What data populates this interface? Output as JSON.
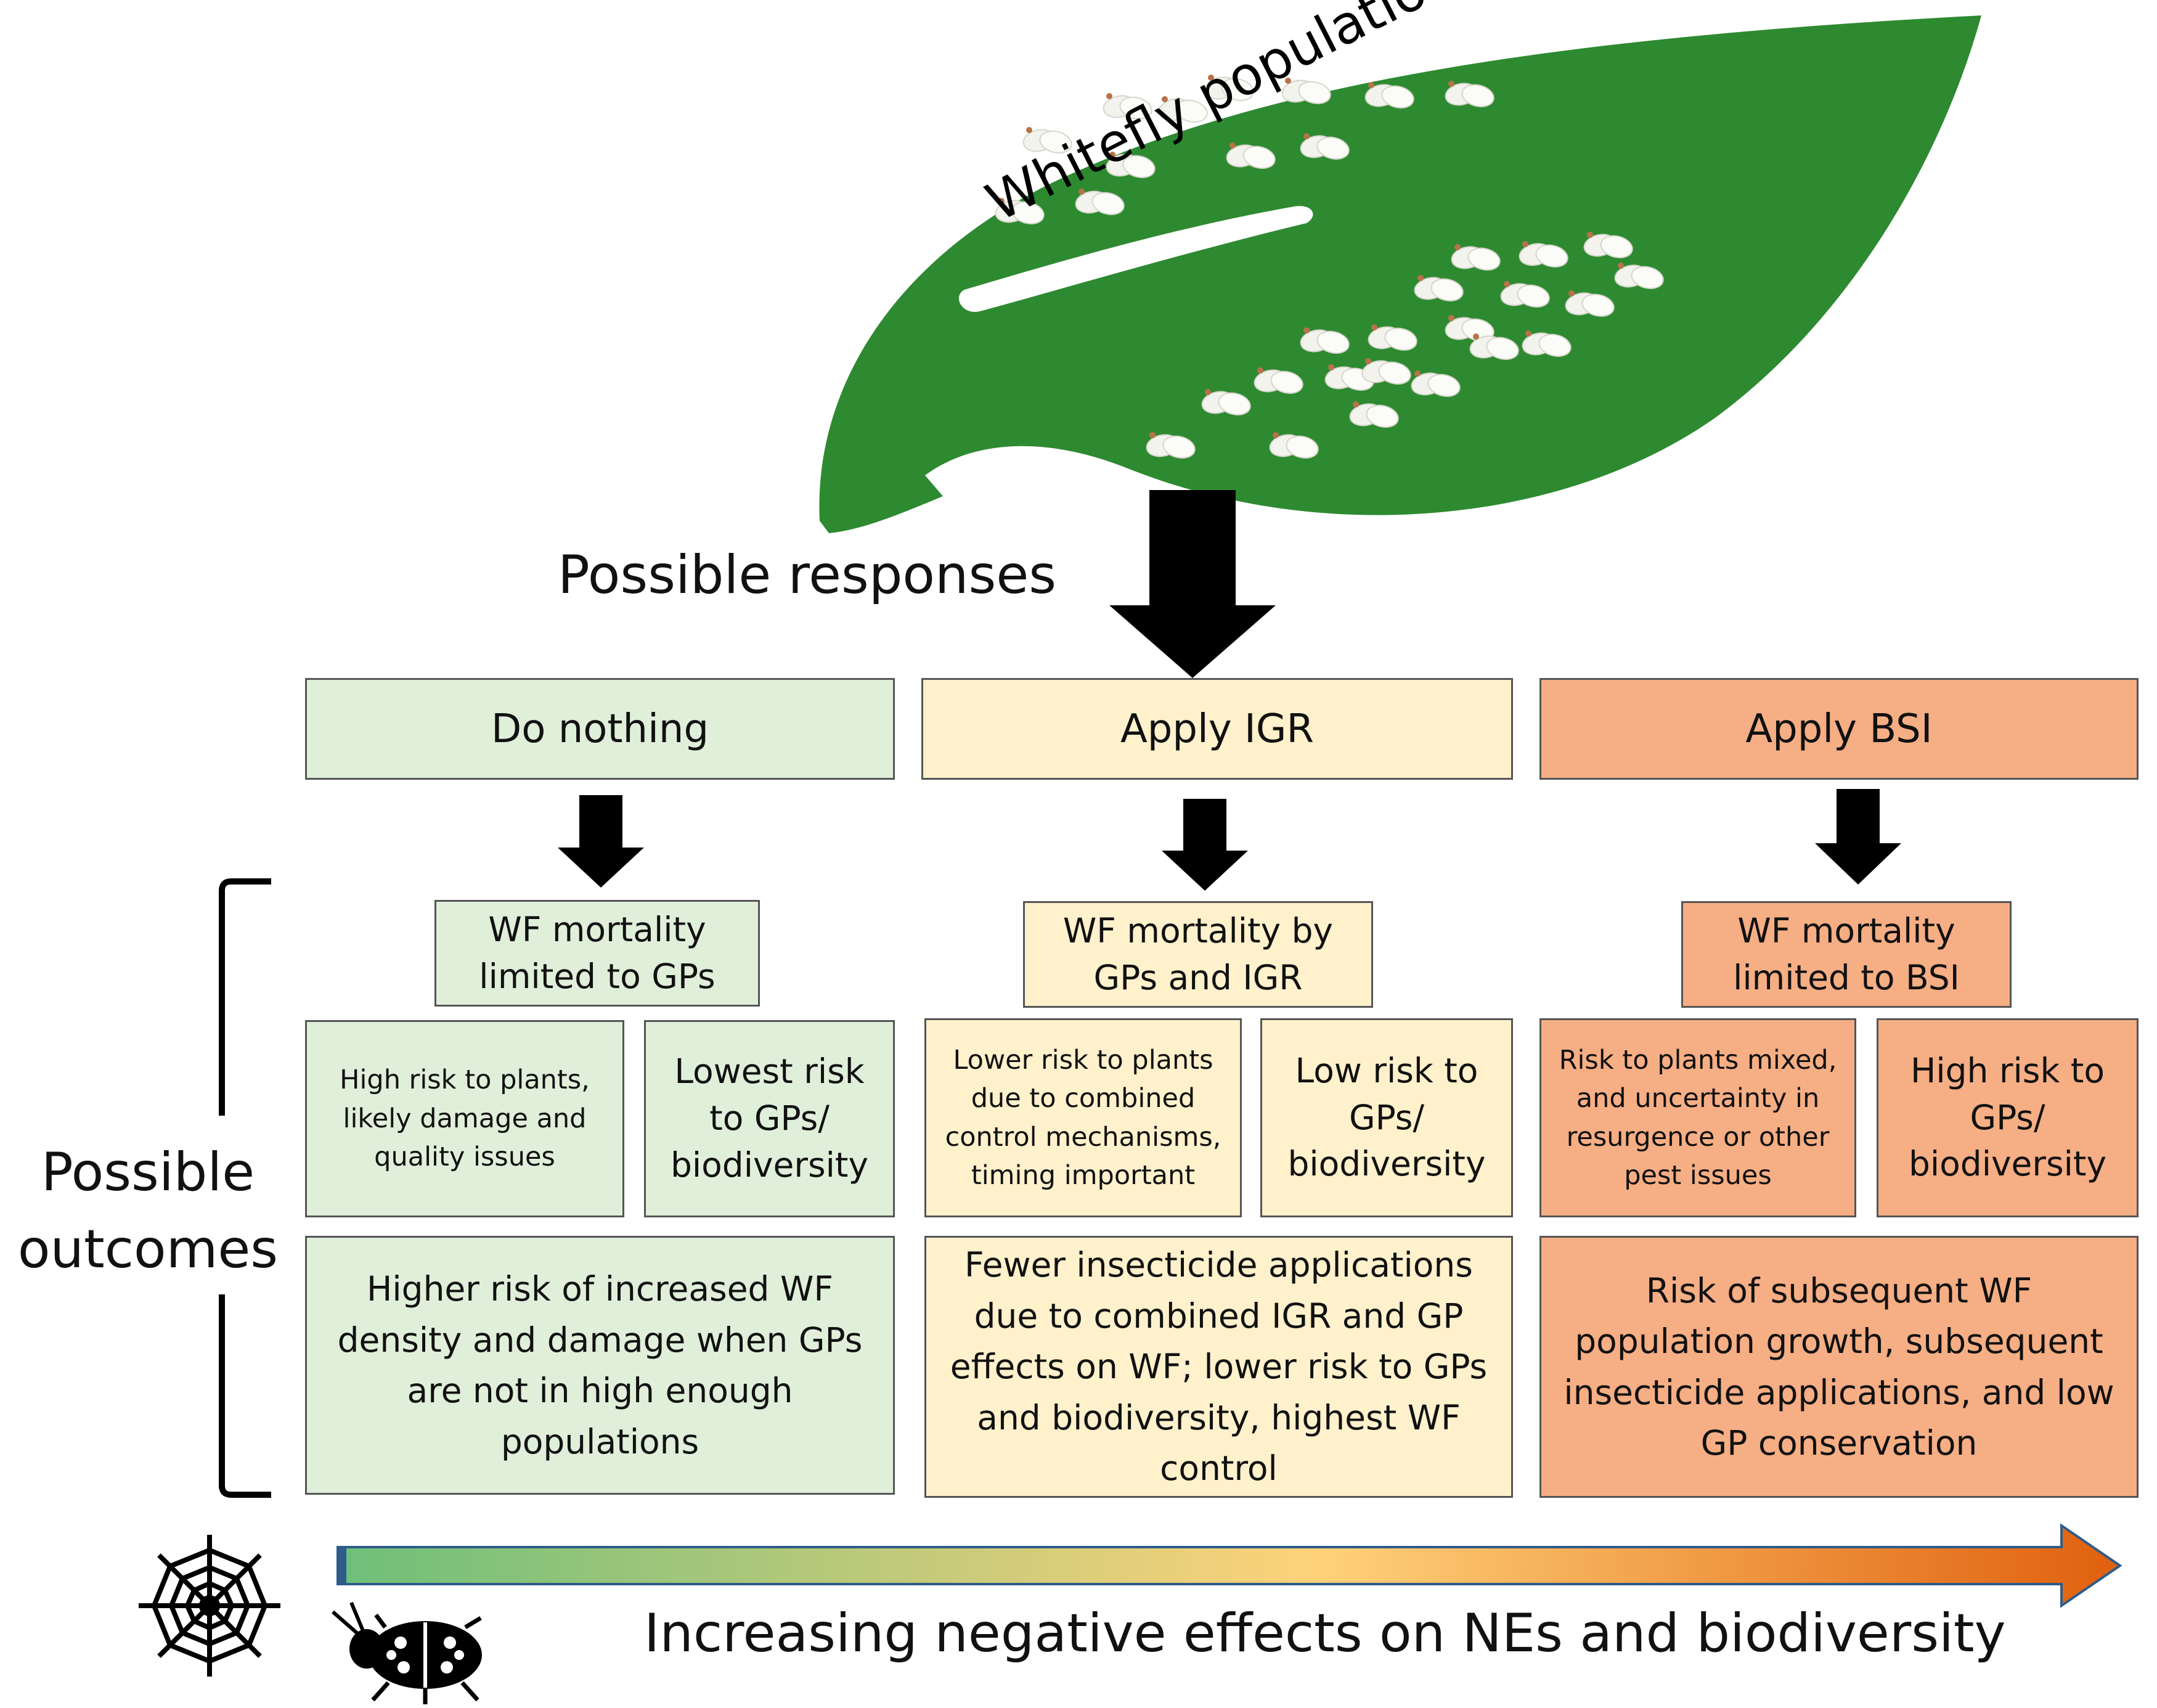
{
  "leaf": {
    "title": "Whitefly population increase",
    "whitefly_icon": "whitefly-icon"
  },
  "labels": {
    "possible_responses": "Possible responses",
    "possible_outcomes": "Possible\noutcomes"
  },
  "columns": [
    {
      "response": "Do nothing",
      "mortality": "WF mortality limited to GPs",
      "plant_risk": "High risk to plants, likely damage and quality issues",
      "gp_risk": "Lowest risk to GPs/ biodiversity",
      "outcome": "Higher risk of increased WF density and damage when GPs are not in high enough populations",
      "color": "#e0efda"
    },
    {
      "response": "Apply IGR",
      "mortality": "WF mortality by GPs and IGR",
      "plant_risk": "Lower risk to plants due to combined control mechanisms, timing important",
      "gp_risk": "Low risk to GPs/ biodiversity",
      "outcome": "Fewer insecticide applications due to combined IGR and GP effects on WF; lower risk to GPs and biodiversity, highest WF control",
      "color": "#fff1cc"
    },
    {
      "response": "Apply BSI",
      "mortality": "WF mortality limited to BSI",
      "plant_risk": "Risk to plants mixed, and uncertainty in resurgence or  other pest issues",
      "gp_risk": "High risk to GPs/ biodiversity",
      "outcome": "Risk of subsequent WF population growth, subsequent insecticide applications, and low GP conservation",
      "color": "#f6ae84"
    }
  ],
  "bottom": {
    "label": "Increasing negative effects on NEs and biodiversity",
    "gradient_start": "#6dbf7a",
    "gradient_mid": "#ffd27a",
    "gradient_end": "#e0600e",
    "icons": [
      "spider-web-icon",
      "ladybug-icon"
    ]
  }
}
